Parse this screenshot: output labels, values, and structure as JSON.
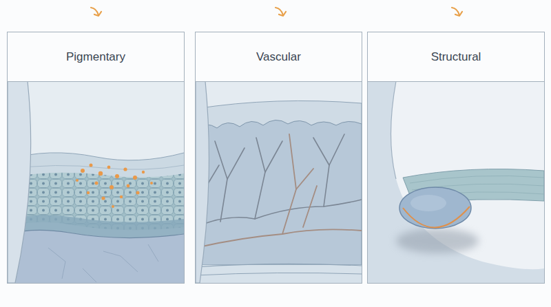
{
  "diagram": {
    "nodes": [
      {
        "text": [
          "Pigmentary"
        ]
      },
      {
        "text": [
          "Vascular"
        ]
      },
      {
        "text": [
          "Structural"
        ]
      }
    ]
  }
}
